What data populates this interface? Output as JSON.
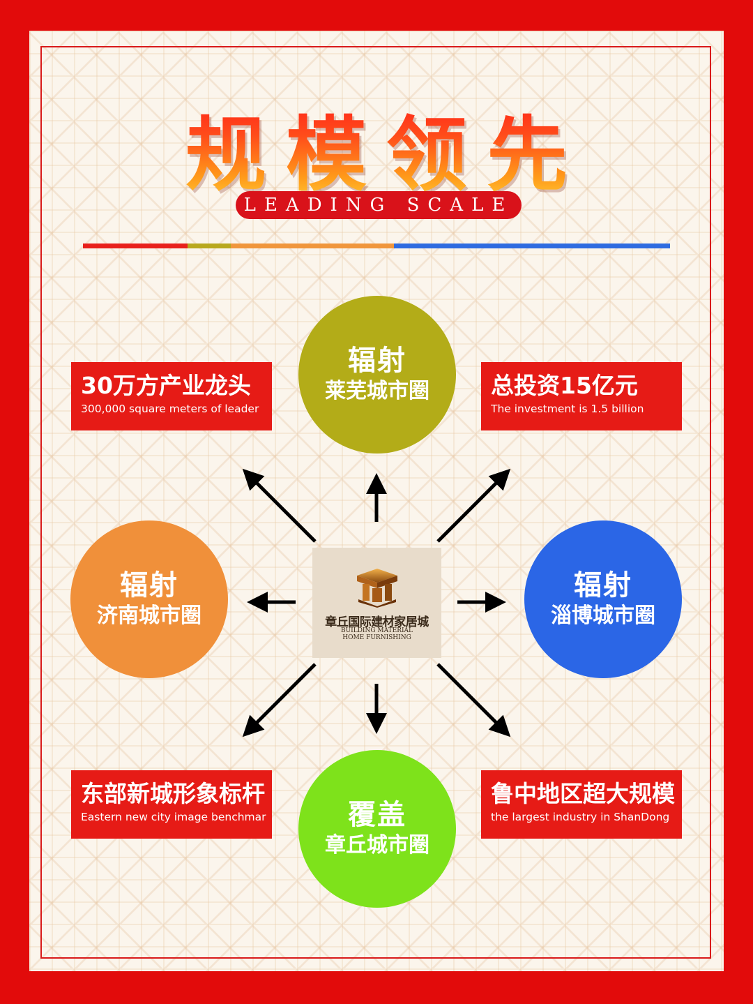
{
  "title": "规模领先",
  "subtitle": "LEADING SCALE",
  "color_bar": [
    "#e8201c",
    "#b8a81e",
    "#f0963c",
    "#2e6be0"
  ],
  "circles": {
    "top": {
      "line1": "辐射",
      "line2": "莱芜城市圈",
      "color": "#b3ac18"
    },
    "left": {
      "line1": "辐射",
      "line2": "济南城市圈",
      "color": "#f0903a"
    },
    "right": {
      "line1": "辐射",
      "line2": "淄博城市圈",
      "color": "#2b66e6"
    },
    "bottom": {
      "line1": "覆盖",
      "line2": "章丘城市圈",
      "color": "#7ee21b"
    }
  },
  "boxes": {
    "top_left": {
      "cn": "30万方产业龙头",
      "en": "300,000 square meters of leader"
    },
    "top_right": {
      "cn": "总投资15亿元",
      "en": "The investment is 1.5 billion"
    },
    "bottom_left": {
      "cn": "东部新城形象标杆",
      "en": "Eastern new city image benchmar"
    },
    "bottom_right": {
      "cn": "鲁中地区超大规模",
      "en": "the largest industry in ShanDong"
    }
  },
  "logo": {
    "cn": "章丘国际建材家居城",
    "en_line1": "BUILDING MATERIAL",
    "en_line2": "HOME FURNISHING",
    "icon": "building-logo-icon"
  }
}
